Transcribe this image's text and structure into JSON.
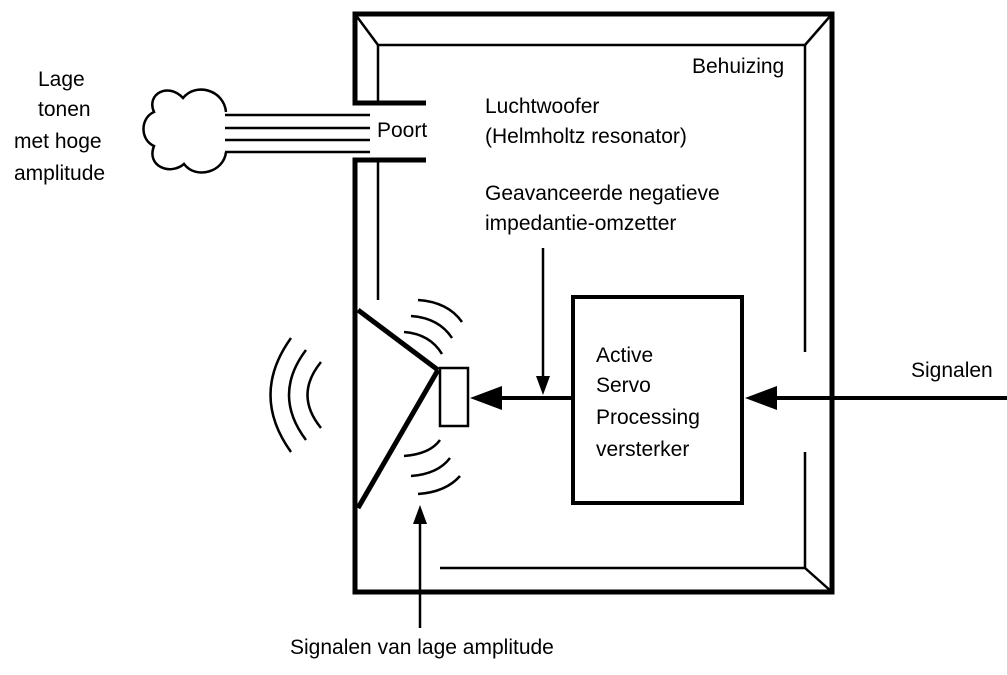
{
  "labels": {
    "enclosure": "Behuizing",
    "port": "Poort",
    "air_woofer_line1": "Luchtwoofer",
    "air_woofer_line2": "(Helmholtz resonator)",
    "converter_line1": "Geavanceerde negatieve",
    "converter_line2": "impedantie-omzetter",
    "amplifier_line1": "Active",
    "amplifier_line2": "Servo",
    "amplifier_line3": "Processing",
    "amplifier_line4": "versterker",
    "input_signals": "Signalen",
    "low_tones_line1": "Lage",
    "low_tones_line2": "tonen",
    "low_tones_line3": "met hoge",
    "low_tones_line4": "amplitude",
    "low_amplitude_signals": "Signalen van lage amplitude"
  },
  "colors": {
    "stroke": "#000000",
    "background": "#ffffff"
  }
}
